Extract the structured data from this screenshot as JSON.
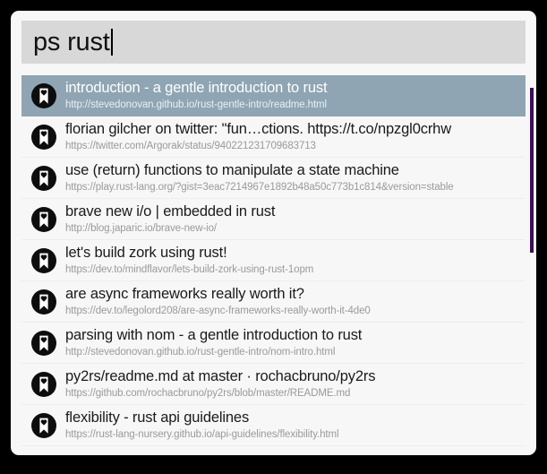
{
  "window": {
    "name": "bookmark-search-launcher",
    "accent_selection_color": "#8fa5b3",
    "scrollbar_color": "#3b0f55",
    "background_color": "#f7f7f7",
    "search_field_color": "#d8d8d8"
  },
  "search": {
    "value": "ps rust",
    "placeholder": "",
    "caret_visible": true
  },
  "results": [
    {
      "icon": "bookmark-heart-icon",
      "title": "introduction - a gentle introduction to rust",
      "url": "http://stevedonovan.github.io/rust-gentle-intro/readme.html",
      "selected": true
    },
    {
      "icon": "bookmark-heart-icon",
      "title": "florian gilcher on twitter: \"fun…ctions. https://t.co/npzgl0crhw",
      "url": "https://twitter.com/Argorak/status/940221231709683713",
      "selected": false
    },
    {
      "icon": "bookmark-heart-icon",
      "title": "use (return) functions to manipulate a state machine",
      "url": "https://play.rust-lang.org/?gist=3eac7214967e1892b48a50c773b1c814&version=stable",
      "selected": false
    },
    {
      "icon": "bookmark-heart-icon",
      "title": "brave new i/o | embedded in rust",
      "url": "http://blog.japaric.io/brave-new-io/",
      "selected": false
    },
    {
      "icon": "bookmark-heart-icon",
      "title": "let's build zork using rust!",
      "url": "https://dev.to/mindflavor/lets-build-zork-using-rust-1opm",
      "selected": false
    },
    {
      "icon": "bookmark-heart-icon",
      "title": "are async frameworks really worth it?",
      "url": "https://dev.to/legolord208/are-async-frameworks-really-worth-it-4de0",
      "selected": false
    },
    {
      "icon": "bookmark-heart-icon",
      "title": "parsing with nom - a gentle introduction to rust",
      "url": "http://stevedonovan.github.io/rust-gentle-intro/nom-intro.html",
      "selected": false
    },
    {
      "icon": "bookmark-heart-icon",
      "title": "py2rs/readme.md at master · rochacbruno/py2rs",
      "url": "https://github.com/rochacbruno/py2rs/blob/master/README.md",
      "selected": false
    },
    {
      "icon": "bookmark-heart-icon",
      "title": "flexibility - rust api guidelines",
      "url": "https://rust-lang-nursery.github.io/api-guidelines/flexibility.html",
      "selected": false
    }
  ],
  "scrollbar": {
    "name": "results-scrollbar",
    "thumb_top_pct": 3,
    "thumb_height_pct": 43
  }
}
